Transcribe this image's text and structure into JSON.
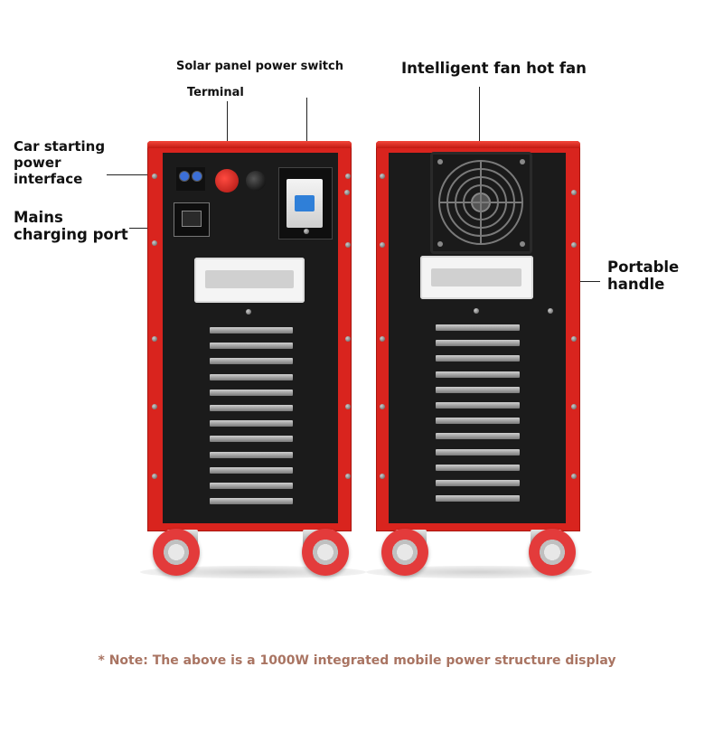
{
  "labels": {
    "solar_switch": "Solar panel power switch",
    "terminal": "Terminal",
    "fan": "Intelligent fan hot fan",
    "car_start_l1": "Car starting",
    "car_start_l2": "power",
    "car_start_l3": "interface",
    "mains_l1": "Mains",
    "mains_l2": "charging port",
    "handle_l1": "Portable",
    "handle_l2": "handle"
  },
  "note": "* Note: The above is a 1000W integrated mobile power structure display",
  "colors": {
    "casing": "#d9241e",
    "panel": "#1b1b1b",
    "note_text": "#a97462",
    "wheel": "#e33b3b"
  },
  "icons": {
    "fan": "fan-grille-icon",
    "breaker": "circuit-breaker-icon",
    "terminal": "terminal-post-icon"
  }
}
